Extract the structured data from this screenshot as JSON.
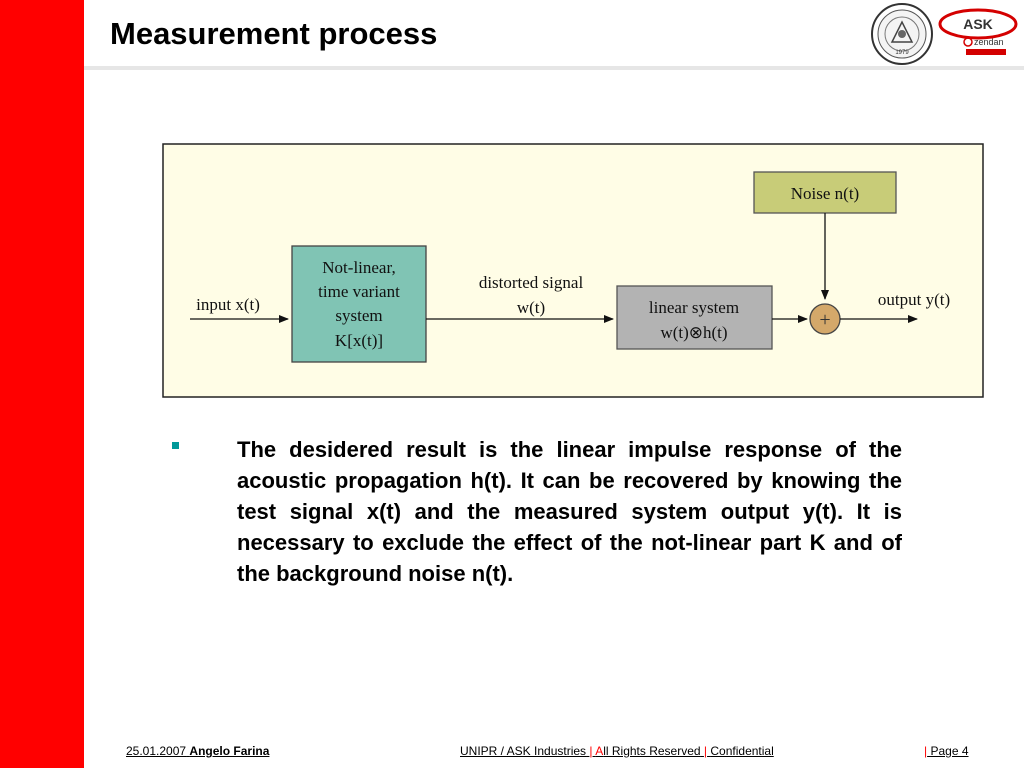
{
  "title": "Measurement process",
  "logos": {
    "ask_text": "ASK",
    "zendan_text": "zendan",
    "emblem_text": "1979"
  },
  "diagram": {
    "input_label": "input x(t)",
    "block_nonlinear": [
      "Not-linear,",
      "time variant",
      "system",
      "K[x(t)]"
    ],
    "distorted_label": [
      "distorted signal",
      "w(t)"
    ],
    "block_linear": [
      "linear system",
      "w(t)⊗h(t)"
    ],
    "noise_label": "Noise  n(t)",
    "sum_symbol": "+",
    "output_label": "output y(t)",
    "colors": {
      "background": "#fffde6",
      "nonlinear_fill": "#80c4b4",
      "linear_fill": "#b3b3b3",
      "noise_fill": "#c8cc78",
      "sum_fill": "#d4a86a"
    }
  },
  "bullet": {
    "text": "The desidered result is the linear impulse response of the acoustic propagation h(t). It can be recovered by knowing the test signal x(t) and the measured system output y(t). It is necessary to exclude the effect of the not-linear part K and of the background noise n(t)."
  },
  "footer": {
    "date": "25.01.2007",
    "author": "Angelo Farina",
    "org": "UNIPR / ASK Industries",
    "separator": "|",
    "rights_a": "A",
    "rights_rest": "ll Rights Reserved",
    "confidential": "Confidential",
    "page_label": "Page 4"
  },
  "colors": {
    "side_bar": "#ff0000",
    "bullet_marker": "#009999"
  }
}
